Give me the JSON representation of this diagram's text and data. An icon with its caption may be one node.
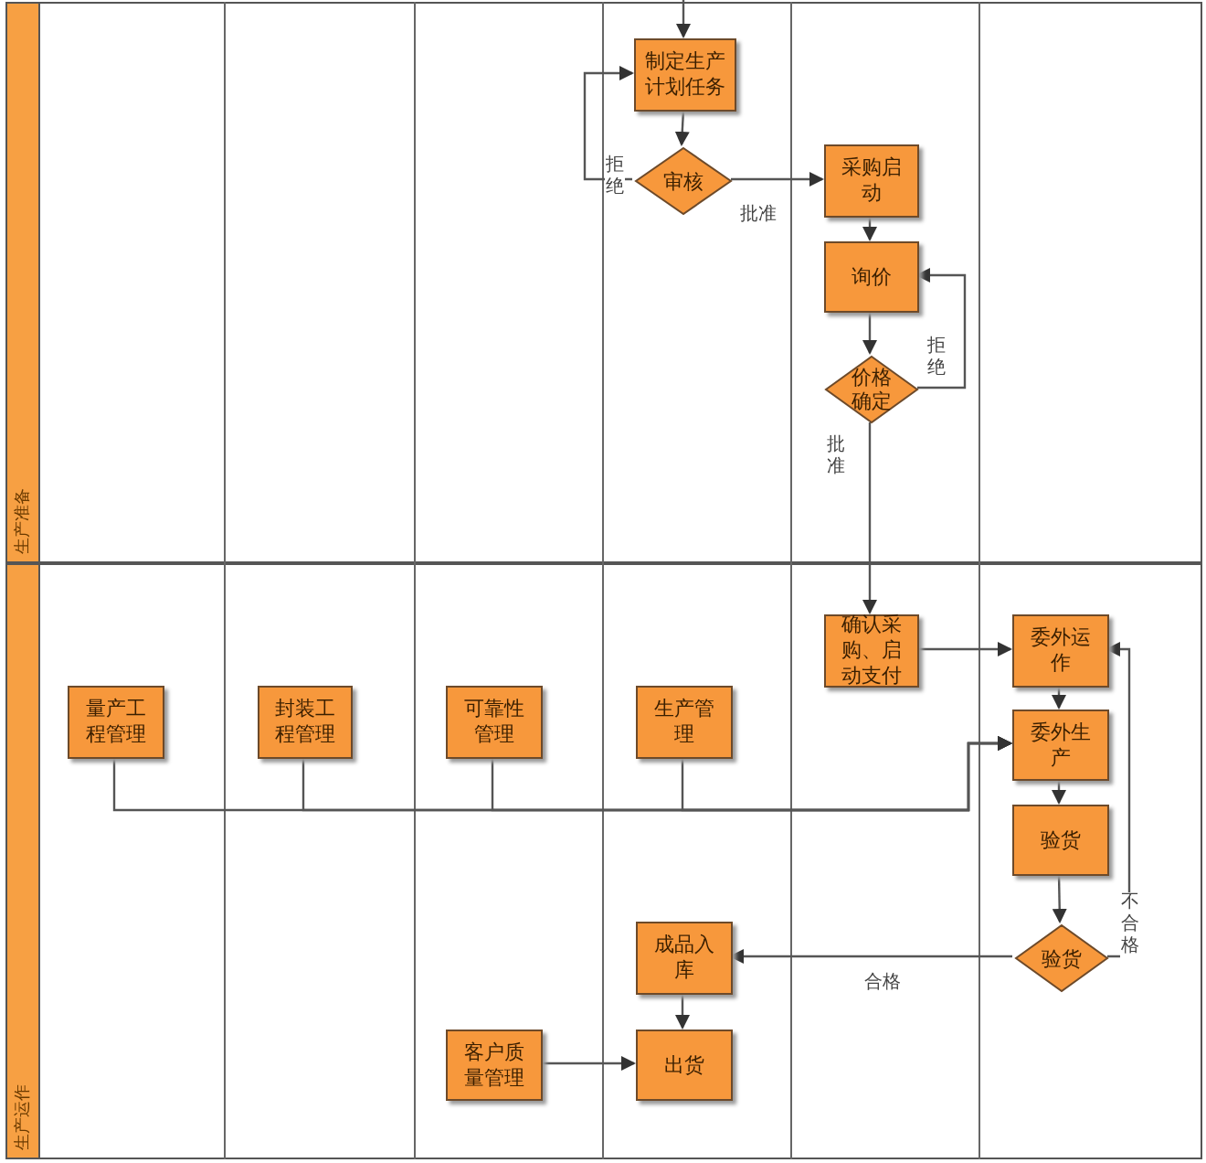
{
  "diagram": {
    "nodes": [
      {
        "text": [
          "生产准备"
        ]
      },
      {
        "text": [
          "制定生产计划任务"
        ],
        "in": 0
      },
      {
        "text": [
          "审核"
        ],
        "in": 0
      },
      {
        "text": [
          "采购启动"
        ],
        "in": 0
      },
      {
        "text": [
          "询价"
        ],
        "in": 0
      },
      {
        "text": [
          "价格确定"
        ],
        "in": 0
      },
      {
        "text": [
          "生产运作"
        ]
      },
      {
        "text": [
          "确认采购、启动支付"
        ],
        "in": 6
      },
      {
        "text": [
          "委外运作"
        ],
        "in": 6
      },
      {
        "text": [
          "量产工程管理"
        ],
        "in": 6
      },
      {
        "text": [
          "封装工程管理"
        ],
        "in": 6
      },
      {
        "text": [
          "可靠性管理"
        ],
        "in": 6
      },
      {
        "text": [
          "生产管理"
        ],
        "in": 6
      },
      {
        "text": [
          "委外生产"
        ],
        "in": 6
      },
      {
        "text": [
          "验货"
        ],
        "in": 6
      },
      {
        "text": [
          "验货"
        ],
        "in": 6
      },
      {
        "text": [
          "成品入库"
        ],
        "in": 6
      },
      {
        "text": [
          "客户质量管理"
        ],
        "in": 6
      },
      {
        "text": [
          "出货"
        ],
        "in": 6
      }
    ],
    "edges": [
      {
        "from": null,
        "to": 1,
        "arrow": "to"
      },
      {
        "from": 1,
        "to": 2,
        "arrow": "to"
      },
      {
        "from": 2,
        "to": 1,
        "arrow": "to",
        "label": "拒绝"
      },
      {
        "from": 2,
        "to": 3,
        "arrow": "to",
        "label": "批准"
      },
      {
        "from": 3,
        "to": 4,
        "arrow": "to"
      },
      {
        "from": 4,
        "to": 5,
        "arrow": "to"
      },
      {
        "from": 5,
        "to": 4,
        "arrow": "to",
        "label": "拒绝"
      },
      {
        "from": 5,
        "to": 7,
        "arrow": "to",
        "label": "批准"
      },
      {
        "from": 7,
        "to": 8,
        "arrow": "to"
      },
      {
        "from": 8,
        "to": 13,
        "arrow": "to"
      },
      {
        "from": 9,
        "to": 13,
        "arrow": "to"
      },
      {
        "from": 10,
        "to": 13,
        "arrow": "to"
      },
      {
        "from": 11,
        "to": 13,
        "arrow": "to"
      },
      {
        "from": 12,
        "to": 13,
        "arrow": "to"
      },
      {
        "from": 13,
        "to": 14,
        "arrow": "to"
      },
      {
        "from": 14,
        "to": 15,
        "arrow": "to"
      },
      {
        "from": 15,
        "to": 8,
        "arrow": "to",
        "label": "不合格"
      },
      {
        "from": 15,
        "to": 16,
        "arrow": "to",
        "label": "合格"
      },
      {
        "from": 16,
        "to": 18,
        "arrow": "to"
      },
      {
        "from": 17,
        "to": 18,
        "arrow": "to"
      }
    ]
  }
}
